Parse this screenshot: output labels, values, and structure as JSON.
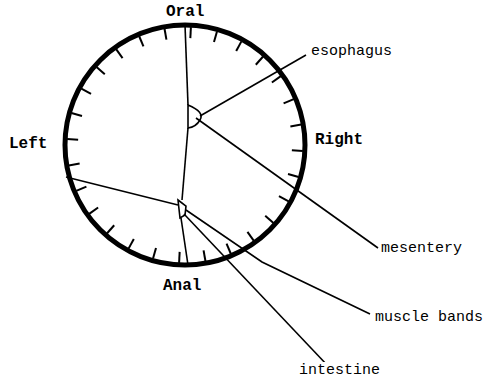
{
  "diagram": {
    "labels": [
      "Oral",
      "Left",
      "Right",
      "Anal",
      "esophagus",
      "mesentery",
      "muscle bands",
      "intestine"
    ]
  }
}
